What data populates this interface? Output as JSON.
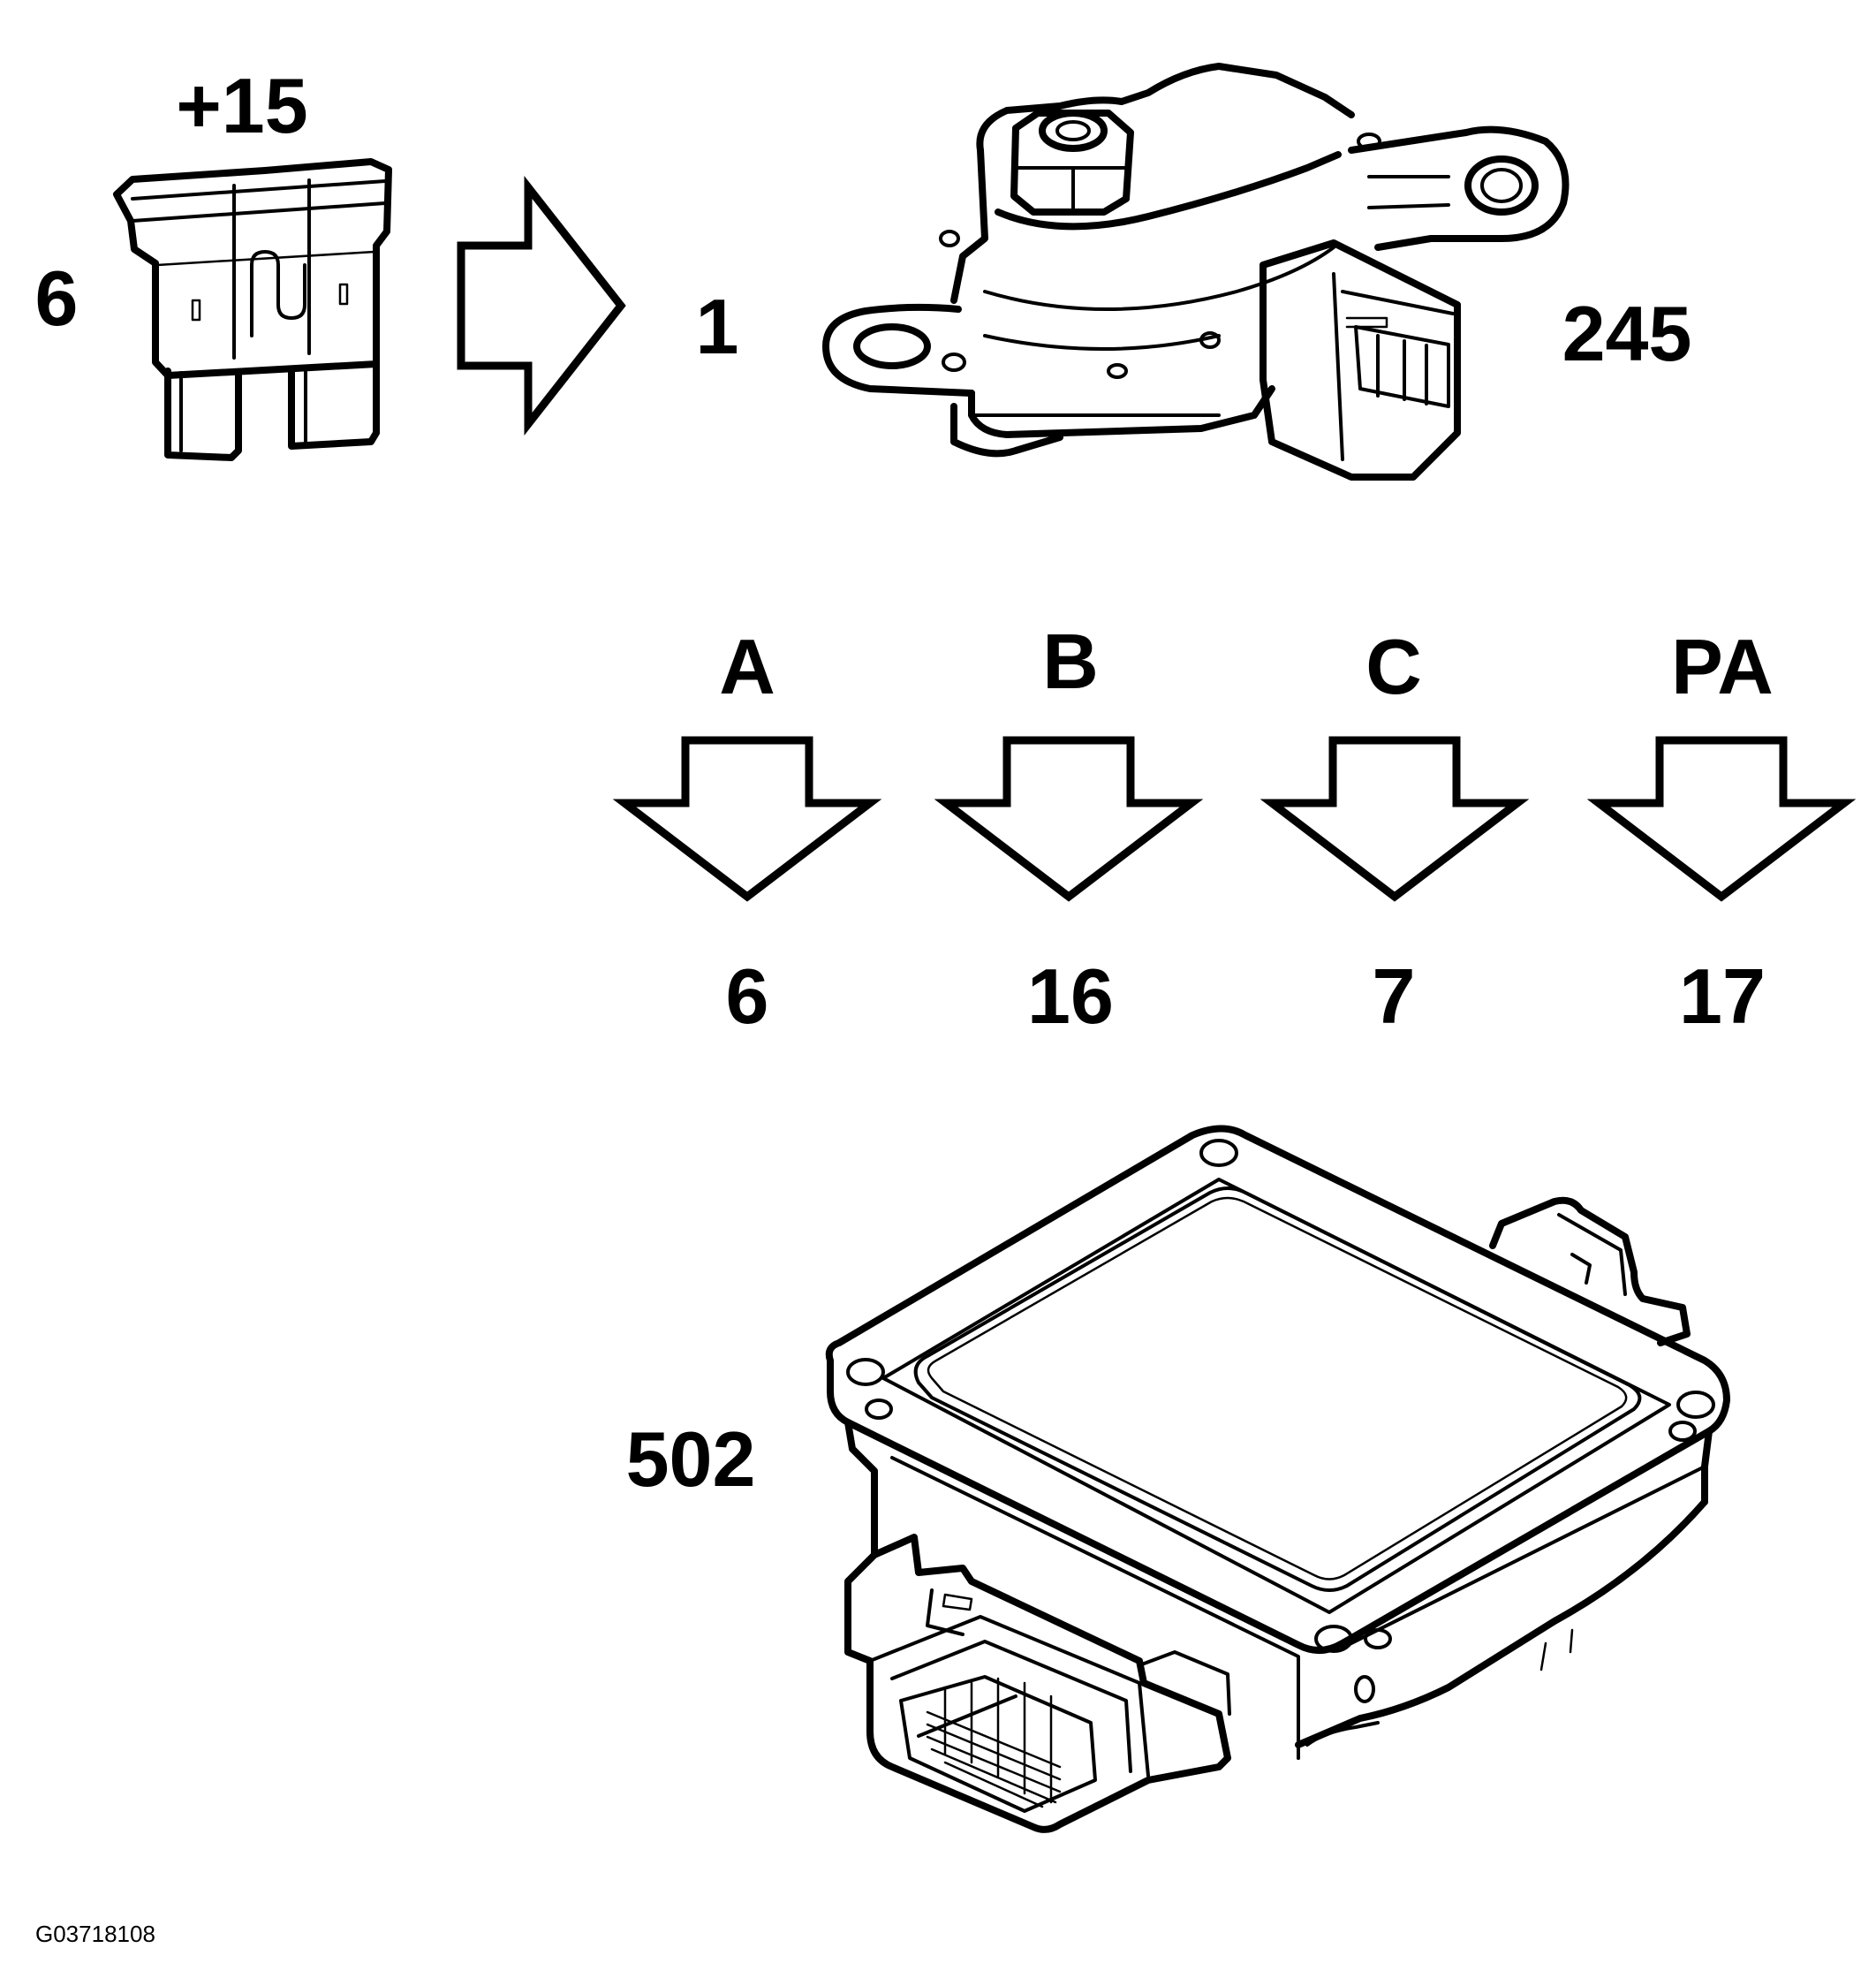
{
  "fuse": {
    "supply_label": "+15",
    "number": "6"
  },
  "flow": {
    "switch_pin": "1",
    "switch_component": "245"
  },
  "positions": [
    {
      "label": "A",
      "pin": "6"
    },
    {
      "label": "B",
      "pin": "16"
    },
    {
      "label": "C",
      "pin": "7"
    },
    {
      "label": "PA",
      "pin": "17"
    }
  ],
  "module": {
    "number": "502"
  },
  "figure_id": "G03718108"
}
